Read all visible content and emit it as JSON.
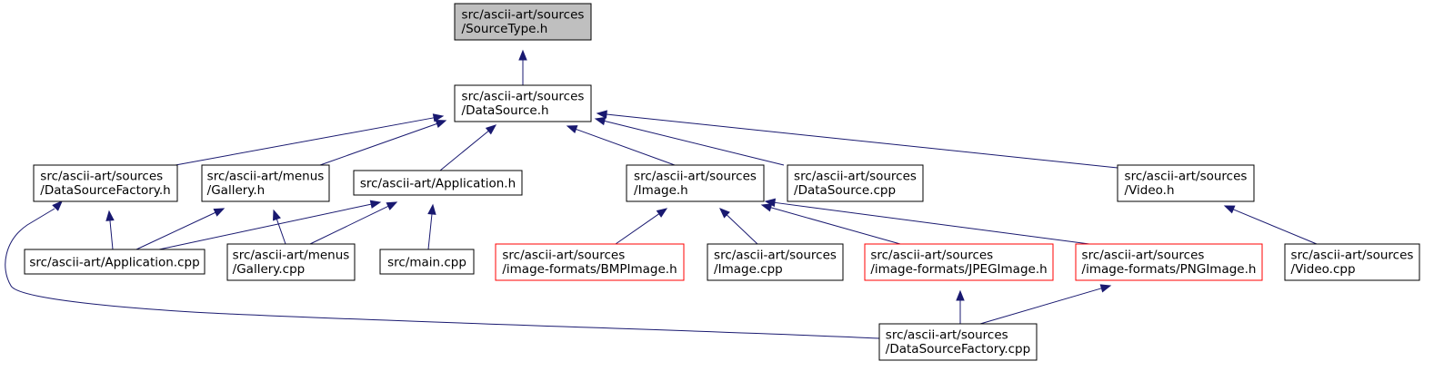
{
  "colors": {
    "highlight_fill": "#bfbfbf",
    "normal_fill": "#ffffff",
    "normal_border": "#000000",
    "truncated_border": "#ff0000",
    "edge": "#191970"
  },
  "nodes": [
    {
      "id": "sourcetype_h",
      "lines": [
        "src/ascii-art/sources",
        "/SourceType.h"
      ],
      "style": "highlight"
    },
    {
      "id": "datasource_h",
      "lines": [
        "src/ascii-art/sources",
        "/DataSource.h"
      ],
      "style": "normal"
    },
    {
      "id": "datasourcefactory_h",
      "lines": [
        "src/ascii-art/sources",
        "/DataSourceFactory.h"
      ],
      "style": "normal"
    },
    {
      "id": "gallery_h",
      "lines": [
        "src/ascii-art/menus",
        "/Gallery.h"
      ],
      "style": "normal"
    },
    {
      "id": "application_h",
      "lines": [
        "src/ascii-art/Application.h"
      ],
      "style": "normal"
    },
    {
      "id": "image_h",
      "lines": [
        "src/ascii-art/sources",
        "/Image.h"
      ],
      "style": "normal"
    },
    {
      "id": "datasource_cpp",
      "lines": [
        "src/ascii-art/sources",
        "/DataSource.cpp"
      ],
      "style": "normal"
    },
    {
      "id": "video_h",
      "lines": [
        "src/ascii-art/sources",
        "/Video.h"
      ],
      "style": "normal"
    },
    {
      "id": "application_cpp",
      "lines": [
        "src/ascii-art/Application.cpp"
      ],
      "style": "normal"
    },
    {
      "id": "gallery_cpp",
      "lines": [
        "src/ascii-art/menus",
        "/Gallery.cpp"
      ],
      "style": "normal"
    },
    {
      "id": "main_cpp",
      "lines": [
        "src/main.cpp"
      ],
      "style": "normal"
    },
    {
      "id": "bmpimage_h",
      "lines": [
        "src/ascii-art/sources",
        "/image-formats/BMPImage.h"
      ],
      "style": "truncated"
    },
    {
      "id": "image_cpp",
      "lines": [
        "src/ascii-art/sources",
        "/Image.cpp"
      ],
      "style": "normal"
    },
    {
      "id": "jpegimage_h",
      "lines": [
        "src/ascii-art/sources",
        "/image-formats/JPEGImage.h"
      ],
      "style": "truncated"
    },
    {
      "id": "pngimage_h",
      "lines": [
        "src/ascii-art/sources",
        "/image-formats/PNGImage.h"
      ],
      "style": "truncated"
    },
    {
      "id": "video_cpp",
      "lines": [
        "src/ascii-art/sources",
        "/Video.cpp"
      ],
      "style": "normal"
    },
    {
      "id": "datasourcefactory_cpp",
      "lines": [
        "src/ascii-art/sources",
        "/DataSourceFactory.cpp"
      ],
      "style": "normal"
    }
  ],
  "edges": [
    {
      "from": "datasource_h",
      "to": "sourcetype_h"
    },
    {
      "from": "datasourcefactory_h",
      "to": "datasource_h"
    },
    {
      "from": "gallery_h",
      "to": "datasource_h"
    },
    {
      "from": "application_h",
      "to": "datasource_h"
    },
    {
      "from": "image_h",
      "to": "datasource_h"
    },
    {
      "from": "datasource_cpp",
      "to": "datasource_h"
    },
    {
      "from": "video_h",
      "to": "datasource_h"
    },
    {
      "from": "application_cpp",
      "to": "datasourcefactory_h"
    },
    {
      "from": "datasourcefactory_cpp",
      "to": "datasourcefactory_h"
    },
    {
      "from": "application_cpp",
      "to": "gallery_h"
    },
    {
      "from": "gallery_cpp",
      "to": "gallery_h"
    },
    {
      "from": "application_cpp",
      "to": "application_h"
    },
    {
      "from": "gallery_cpp",
      "to": "application_h"
    },
    {
      "from": "main_cpp",
      "to": "application_h"
    },
    {
      "from": "bmpimage_h",
      "to": "image_h"
    },
    {
      "from": "image_cpp",
      "to": "image_h"
    },
    {
      "from": "jpegimage_h",
      "to": "image_h"
    },
    {
      "from": "pngimage_h",
      "to": "image_h"
    },
    {
      "from": "video_cpp",
      "to": "video_h"
    },
    {
      "from": "datasourcefactory_cpp",
      "to": "jpegimage_h"
    },
    {
      "from": "datasourcefactory_cpp",
      "to": "pngimage_h"
    }
  ]
}
